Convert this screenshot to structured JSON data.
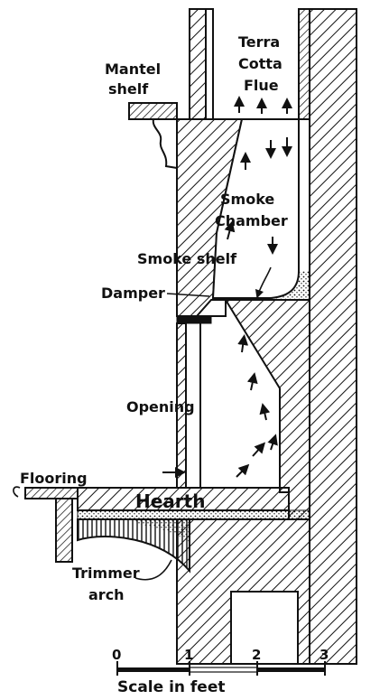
{
  "labels": {
    "flue_line1": "Terra",
    "flue_line2": "Cotta",
    "flue_line3": "Flue",
    "mantel_line1": "Mantel",
    "mantel_line2": "shelf",
    "chamber_line1": "Smoke",
    "chamber_line2": "Chamber",
    "smoke_shelf": "Smoke shelf",
    "damper": "Damper",
    "opening": "Opening",
    "flooring": "Flooring",
    "hearth": "Hearth",
    "trimmer_line1": "Trimmer",
    "trimmer_line2": "arch"
  },
  "scale": {
    "ticks": [
      "0",
      "1",
      "2",
      "3"
    ],
    "caption": "Scale in feet"
  },
  "colors": {
    "ink": "#111111",
    "paper": "#ffffff"
  }
}
